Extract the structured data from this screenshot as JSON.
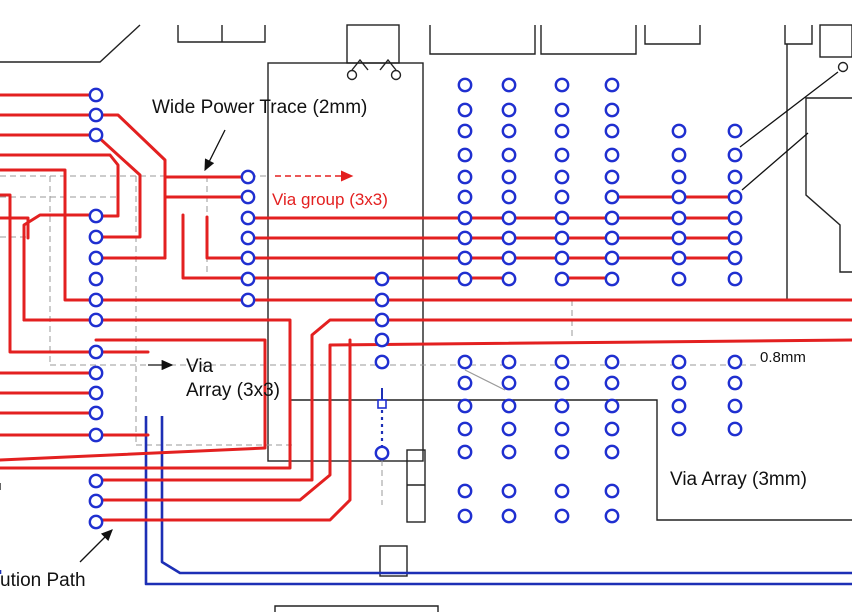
{
  "colors": {
    "trace_red": "#e32020",
    "trace_blue": "#1d2fb5",
    "via_stroke": "#1f2fd0",
    "outline": "#222222",
    "guide": "#9a9a9a"
  },
  "labels": {
    "wide_power_trace": "Wide Power Trace (2mm)",
    "via_group": "Via group (3x3)",
    "via_array_small_line1": "Via",
    "via_array_small_line2": "Array (3x3)",
    "spacing": "0.8mm",
    "via_array_large": "Via Array (3mm)",
    "distribution_path": "ution Path"
  }
}
